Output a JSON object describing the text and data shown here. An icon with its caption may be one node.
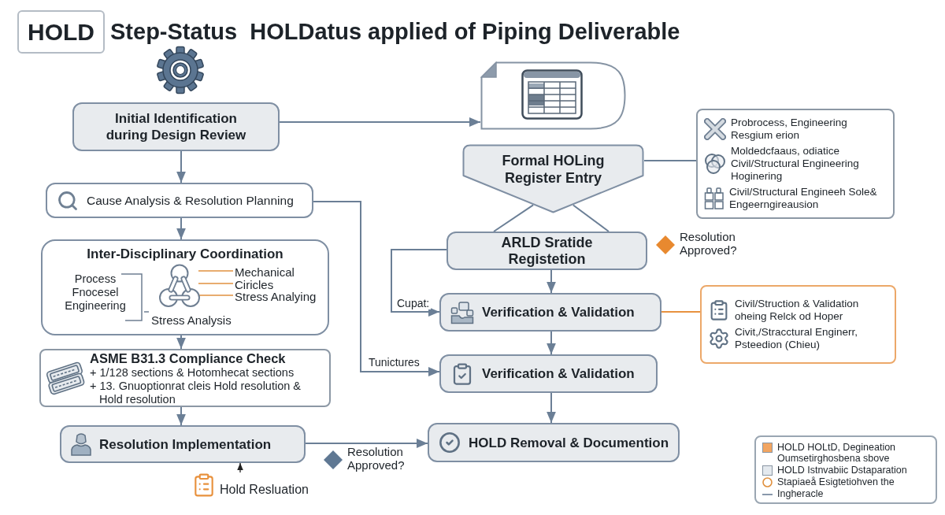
{
  "diagram": {
    "title": "Step-Status  HOLDatus applied of Piping Deliverable",
    "nodes": [
      {
        "text": [
          "HOLD"
        ]
      },
      {
        "text": [
          "Initial Identification during Design Review"
        ]
      },
      {
        "text": [],
        "shape": "document"
      },
      {
        "text": [
          "Formal HOLing Register Entry"
        ]
      },
      {
        "text": [
          "Probrocess, Engineering Resgium erion",
          "Moldedcfaaus, odiatice Civil/Structural Engineering Hoginering",
          "Civil/Structural Engineeh Sole& Engeerngireausion"
        ]
      },
      {
        "text": [
          "Cause Analysis & Resolution Planning"
        ]
      },
      {
        "text": [
          "ARLD Sratide Registetion"
        ]
      },
      {
        "text": [
          "Inter-Disciplinary Coordination",
          "Process Fnocesel Engineering",
          "Stress Analysis"
        ]
      },
      {
        "text": [],
        "shape": "picture",
        "in": 7
      },
      {
        "text": [
          "Mechanical"
        ],
        "in": 7
      },
      {
        "text": [
          "Ciricles"
        ],
        "in": 7
      },
      {
        "text": [
          "Stress Analying"
        ],
        "in": 7
      },
      {
        "text": [
          "Verification & Validation"
        ]
      },
      {
        "text": [
          "Civil/Struction & Validation oheing Relck od Hoper",
          "Civit,/Stracctural Enginerr, Psteedion (Chieu)"
        ]
      },
      {
        "text": [
          "ASME B31.3 Compliance Check",
          "+ 1/128 sections & Hotomhecat sections",
          "+ 13. Gnuoptionrat cleis Hold resolution & Hold resolution"
        ]
      },
      {
        "text": [
          "Verification & Validation"
        ]
      },
      {
        "text": [
          "Resolution Implementation"
        ]
      },
      {
        "text": [
          "HOLD Removal & Documention"
        ]
      },
      {
        "text": [
          "Hold Resluation"
        ]
      }
    ],
    "edges": [
      {
        "from": 1,
        "to": 2,
        "arrow": "to"
      },
      {
        "from": 1,
        "to": 5,
        "arrow": "to"
      },
      {
        "from": 3,
        "to": 4,
        "arrow": "none"
      },
      {
        "from": 3,
        "to": 6,
        "arrow": "none"
      },
      {
        "from": 3,
        "to": 6,
        "arrow": "none"
      },
      {
        "from": 5,
        "to": 7,
        "arrow": "to"
      },
      {
        "from": 6,
        "to": 12,
        "arrow": "to"
      },
      {
        "from": 6,
        "to": 12,
        "arrow": "to",
        "label": "Cupat:"
      },
      {
        "from": 12,
        "to": 13,
        "arrow": "none",
        "color": "#e8923f"
      },
      {
        "from": 12,
        "to": 15,
        "arrow": "to"
      },
      {
        "from": 5,
        "to": 15,
        "arrow": "to",
        "label": "Tunictures"
      },
      {
        "from": 7,
        "to": 14,
        "arrow": "to"
      },
      {
        "from": 14,
        "to": 16,
        "arrow": "to"
      },
      {
        "from": 16,
        "to": 17,
        "arrow": "to"
      },
      {
        "from": 15,
        "to": 17,
        "arrow": "to"
      },
      {
        "from": 18,
        "to": 16,
        "arrow": "to",
        "color": "#222222"
      },
      {
        "from": 9,
        "to": 8,
        "arrow": "none",
        "color": "#e0913f"
      },
      {
        "from": 10,
        "to": 8,
        "arrow": "none",
        "color": "#e0913f"
      },
      {
        "from": 11,
        "to": 8,
        "arrow": "none",
        "color": "#e0913f"
      }
    ],
    "labels": [
      "Resolution Approved?",
      "Resolution Approved?"
    ],
    "legend": [
      {
        "text": "HOLD HOLtD, Degineation Oumsetirghosbena sbove",
        "color": "#f2a561"
      },
      {
        "text": "HOLD Istnvabiic Dstaparation",
        "color": "#e4e9ee"
      },
      {
        "text": "Stapiaeå Esigtetiohven the"
      },
      {
        "text": "Ingheracle"
      }
    ]
  }
}
